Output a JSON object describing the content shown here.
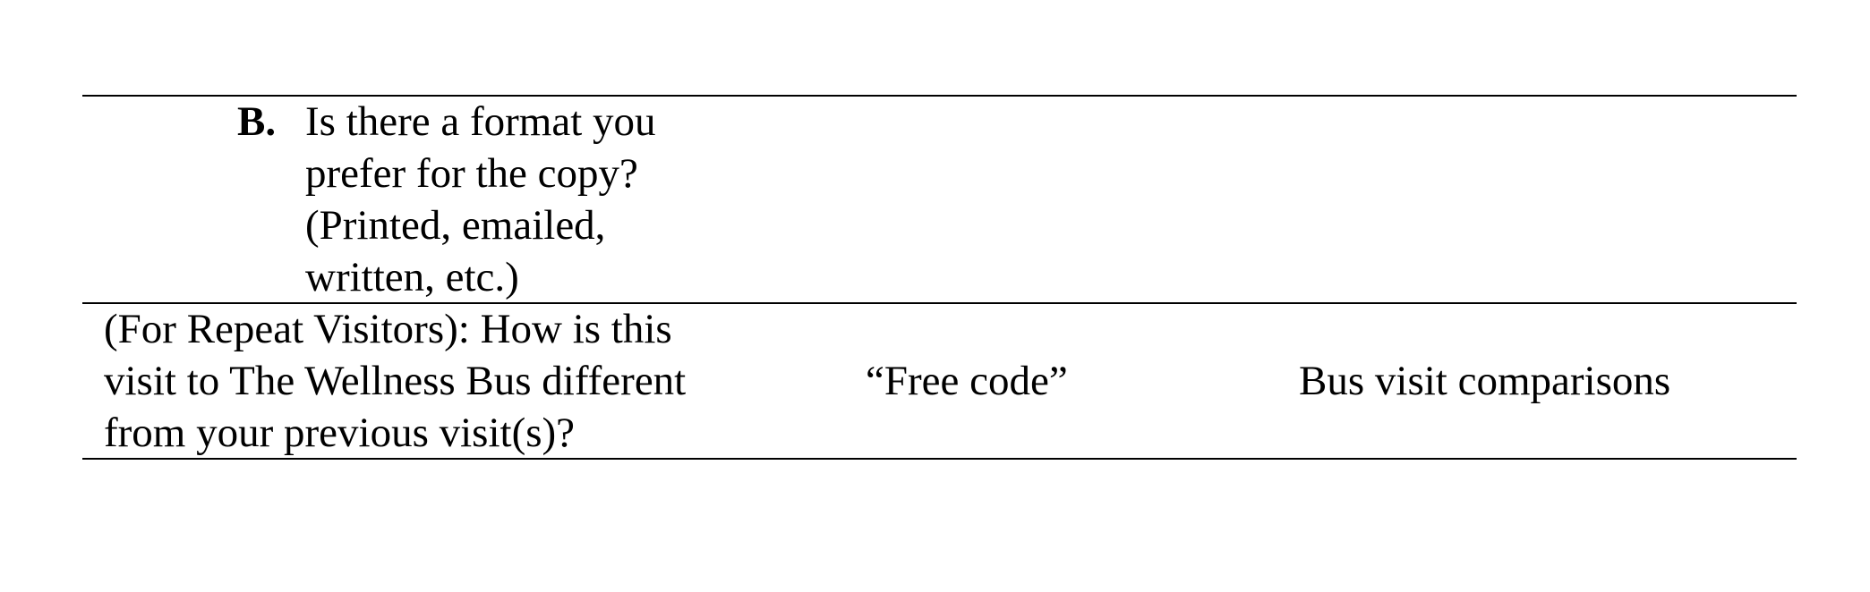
{
  "row1": {
    "letter": "B.",
    "question_lines": [
      "Is there a format you",
      "prefer for the copy?",
      "(Printed, emailed,",
      "written, etc.)"
    ]
  },
  "row2": {
    "question_lines": [
      "(For Repeat Visitors): How is this",
      "visit to The Wellness Bus different",
      "from your previous visit(s)?"
    ],
    "code": "“Free code”",
    "theme": "Bus visit comparisons"
  }
}
